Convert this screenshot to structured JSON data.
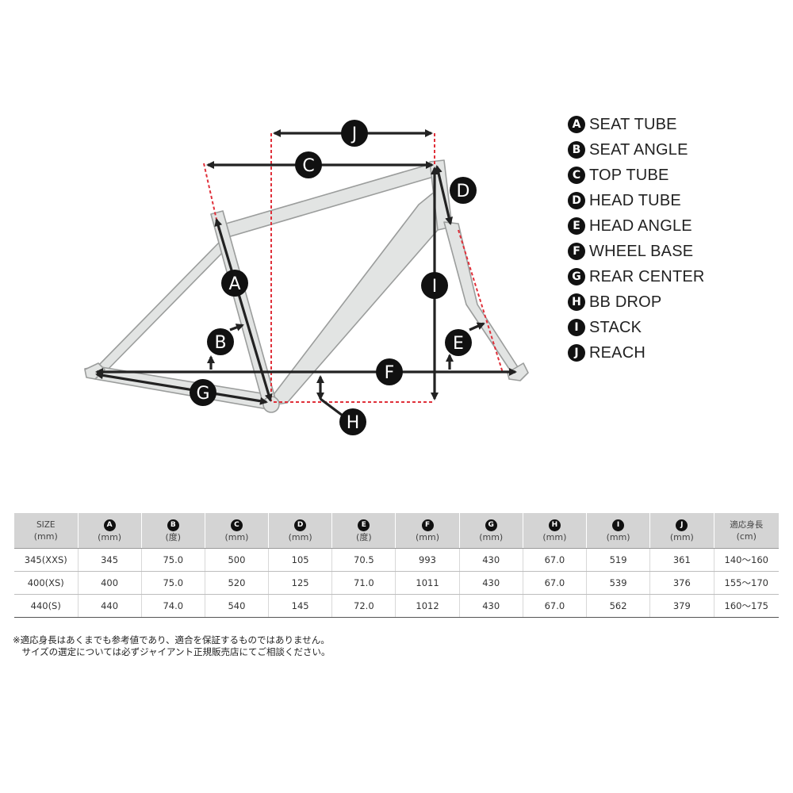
{
  "legend": [
    {
      "letter": "A",
      "label": "SEAT TUBE"
    },
    {
      "letter": "B",
      "label": "SEAT ANGLE"
    },
    {
      "letter": "C",
      "label": "TOP TUBE"
    },
    {
      "letter": "D",
      "label": "HEAD TUBE"
    },
    {
      "letter": "E",
      "label": "HEAD ANGLE"
    },
    {
      "letter": "F",
      "label": "WHEEL BASE"
    },
    {
      "letter": "G",
      "label": "REAR CENTER"
    },
    {
      "letter": "H",
      "label": "BB DROP"
    },
    {
      "letter": "I",
      "label": "STACK"
    },
    {
      "letter": "J",
      "label": "REACH"
    }
  ],
  "diagram_labels": [
    "A",
    "B",
    "C",
    "D",
    "E",
    "F",
    "G",
    "H",
    "I",
    "J"
  ],
  "colors": {
    "frame_fill": "#e2e4e3",
    "frame_stroke": "#9b9d9c",
    "dimension": "#222222",
    "guide_dashed": "#e0303a",
    "badge": "#111111",
    "header_bg": "#d4d4d4"
  },
  "table": {
    "size_header": "SIZE",
    "size_unit": "(mm)",
    "height_header": "適応身長",
    "height_unit": "(cm)",
    "columns": [
      {
        "letter": "A",
        "unit": "(mm)"
      },
      {
        "letter": "B",
        "unit": "(度)"
      },
      {
        "letter": "C",
        "unit": "(mm)"
      },
      {
        "letter": "D",
        "unit": "(mm)"
      },
      {
        "letter": "E",
        "unit": "(度)"
      },
      {
        "letter": "F",
        "unit": "(mm)"
      },
      {
        "letter": "G",
        "unit": "(mm)"
      },
      {
        "letter": "H",
        "unit": "(mm)"
      },
      {
        "letter": "I",
        "unit": "(mm)"
      },
      {
        "letter": "J",
        "unit": "(mm)"
      }
    ],
    "rows": [
      [
        "345(XXS)",
        "345",
        "75.0",
        "500",
        "105",
        "70.5",
        "993",
        "430",
        "67.0",
        "519",
        "361",
        "140～160"
      ],
      [
        "400(XS)",
        "400",
        "75.0",
        "520",
        "125",
        "71.0",
        "1011",
        "430",
        "67.0",
        "539",
        "376",
        "155～170"
      ],
      [
        "440(S)",
        "440",
        "74.0",
        "540",
        "145",
        "72.0",
        "1012",
        "430",
        "67.0",
        "562",
        "379",
        "160～175"
      ]
    ]
  },
  "notes": [
    "※適応身長はあくまでも参考値であり、適合を保証するものではありません。",
    "　サイズの選定については必ずジャイアント正規販売店にてご相談ください。"
  ]
}
